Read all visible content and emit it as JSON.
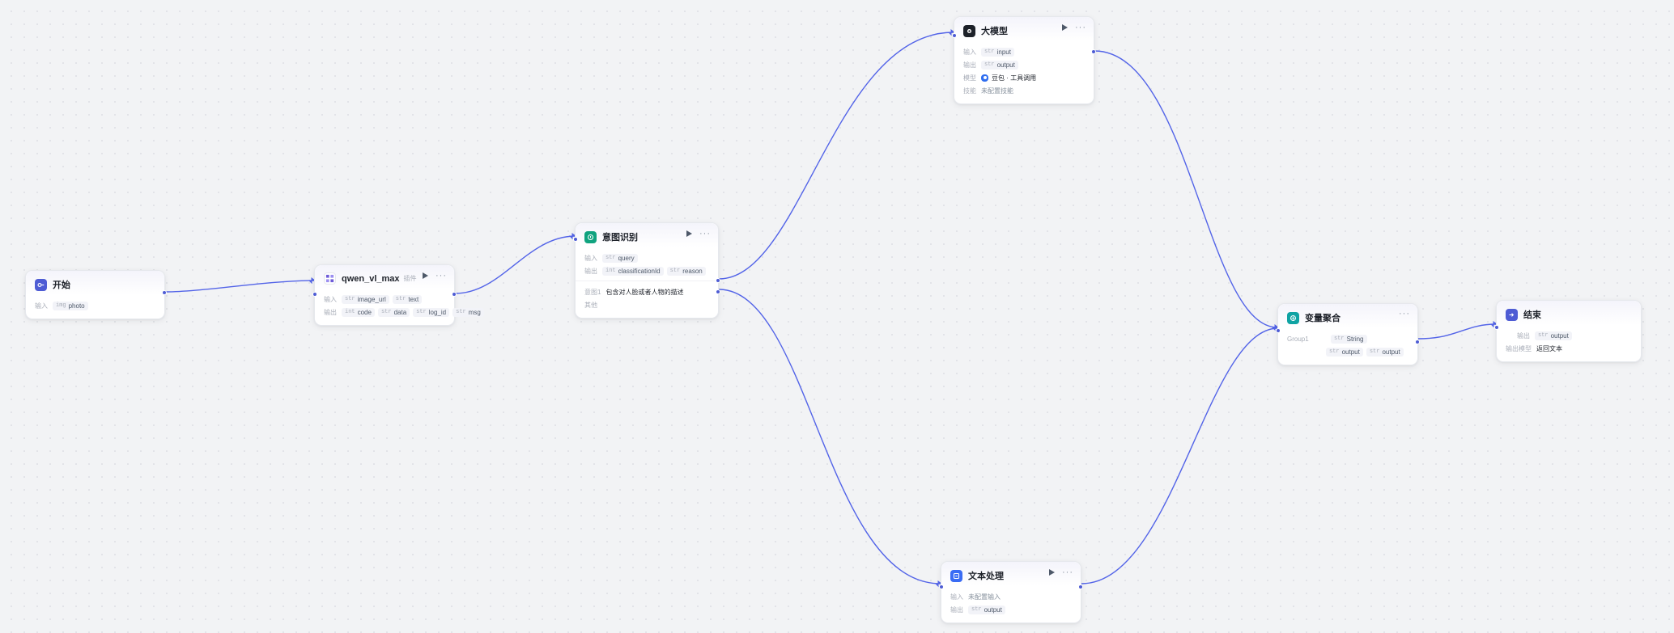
{
  "canvas": {
    "background": "#f2f3f5",
    "edge_color": "#5364e8",
    "dot_color": "#dcdee3"
  },
  "nodes": {
    "start": {
      "title": "开始",
      "icon": "start-icon",
      "icon_color": "#4e5cd4",
      "input_label": "输入",
      "inputs": [
        {
          "type": "img",
          "name": "photo"
        }
      ]
    },
    "qwen": {
      "title": "qwen_vl_max",
      "tag": "插件",
      "icon": "qwen-plugin-icon",
      "icon_color": "#6e5bd8",
      "input_label": "输入",
      "inputs": [
        {
          "type": "str",
          "name": "image_url"
        },
        {
          "type": "str",
          "name": "text"
        }
      ],
      "output_label": "输出",
      "outputs": [
        {
          "type": "int",
          "name": "code"
        },
        {
          "type": "str",
          "name": "data"
        },
        {
          "type": "str",
          "name": "log_id"
        },
        {
          "type": "str",
          "name": "msg"
        }
      ]
    },
    "intent": {
      "title": "意图识别",
      "icon": "intent-icon",
      "icon_color": "#10a37f",
      "input_label": "输入",
      "inputs": [
        {
          "type": "str",
          "name": "query"
        }
      ],
      "output_label": "输出",
      "outputs": [
        {
          "type": "int",
          "name": "classificationId"
        },
        {
          "type": "str",
          "name": "reason"
        }
      ],
      "branches": [
        {
          "label": "意图1",
          "text": "包含对人脸或者人物的描述"
        },
        {
          "label": "其他",
          "text": ""
        }
      ]
    },
    "llm": {
      "title": "大模型",
      "icon": "llm-icon",
      "icon_color": "#1d2129",
      "input_label": "输入",
      "inputs": [
        {
          "type": "str",
          "name": "input"
        }
      ],
      "output_label": "输出",
      "outputs": [
        {
          "type": "str",
          "name": "output"
        }
      ],
      "model_label": "模型",
      "model_value": "豆包 · 工具调用",
      "skill_label": "技能",
      "skill_value": "未配置技能"
    },
    "text_process": {
      "title": "文本处理",
      "icon": "text-process-icon",
      "icon_color": "#3a6cf4",
      "input_label": "输入",
      "input_empty": "未配置输入",
      "output_label": "输出",
      "outputs": [
        {
          "type": "str",
          "name": "output"
        }
      ]
    },
    "aggregate": {
      "title": "变量聚合",
      "icon": "aggregate-icon",
      "icon_color": "#0fa3a3",
      "group_label": "Group1",
      "group_type": {
        "type": "str",
        "name": "String"
      },
      "items": [
        {
          "type": "str",
          "name": "output"
        },
        {
          "type": "str",
          "name": "output"
        }
      ]
    },
    "end": {
      "title": "结束",
      "icon": "end-icon",
      "icon_color": "#4e5cd4",
      "output_label": "输出",
      "outputs": [
        {
          "type": "str",
          "name": "output"
        }
      ],
      "mode_label": "输出模型",
      "mode_value": "返回文本"
    }
  }
}
